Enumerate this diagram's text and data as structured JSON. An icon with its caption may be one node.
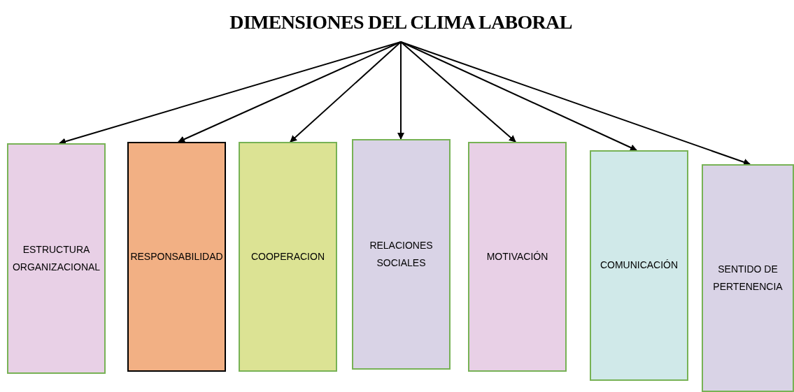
{
  "diagram": {
    "nodes": [
      {
        "text": [
          "DIMENSIONES DEL CLIMA LABORAL"
        ]
      },
      {
        "text": [
          "ESTRUCTURA ORGANIZACIONAL"
        ]
      },
      {
        "text": [
          "RESPONSABILIDAD"
        ]
      },
      {
        "text": [
          "COOPERACION"
        ]
      },
      {
        "text": [
          "RELACIONES SOCIALES"
        ]
      },
      {
        "text": [
          "MOTIVACIÓN"
        ]
      },
      {
        "text": [
          "COMUNICACIÓN"
        ]
      },
      {
        "text": [
          "SENTIDO DE PERTENENCIA"
        ]
      }
    ],
    "edges": [
      {
        "from": 0,
        "to": 1,
        "arrow": "to"
      },
      {
        "from": 0,
        "to": 2,
        "arrow": "to"
      },
      {
        "from": 0,
        "to": 3,
        "arrow": "to"
      },
      {
        "from": 0,
        "to": 4,
        "arrow": "to"
      },
      {
        "from": 0,
        "to": 5,
        "arrow": "to"
      },
      {
        "from": 0,
        "to": 6,
        "arrow": "to"
      },
      {
        "from": 0,
        "to": 7,
        "arrow": "to"
      }
    ]
  }
}
